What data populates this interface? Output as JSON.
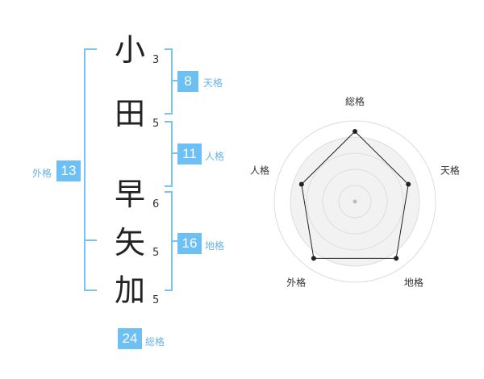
{
  "name": {
    "chars": [
      {
        "char": "小",
        "strokes": "3"
      },
      {
        "char": "田",
        "strokes": "5"
      },
      {
        "char": "早",
        "strokes": "6"
      },
      {
        "char": "矢",
        "strokes": "5"
      },
      {
        "char": "加",
        "strokes": "5"
      }
    ]
  },
  "fortune": {
    "tenkaku": {
      "value": "8",
      "label": "天格"
    },
    "jinkaku": {
      "value": "11",
      "label": "人格"
    },
    "chikaku": {
      "value": "16",
      "label": "地格"
    },
    "gaikaku": {
      "value": "13",
      "label": "外格"
    },
    "soukaku": {
      "value": "24",
      "label": "総格"
    }
  },
  "colors": {
    "accent": "#6cc0f4",
    "bracket": "#79c3f2",
    "label": "#67b3e6"
  },
  "chart_data": {
    "type": "radar",
    "axes": [
      "総格",
      "天格",
      "地格",
      "外格",
      "人格"
    ],
    "values": [
      5,
      4,
      5,
      5,
      4
    ],
    "rmax": 5,
    "rings": 5
  }
}
